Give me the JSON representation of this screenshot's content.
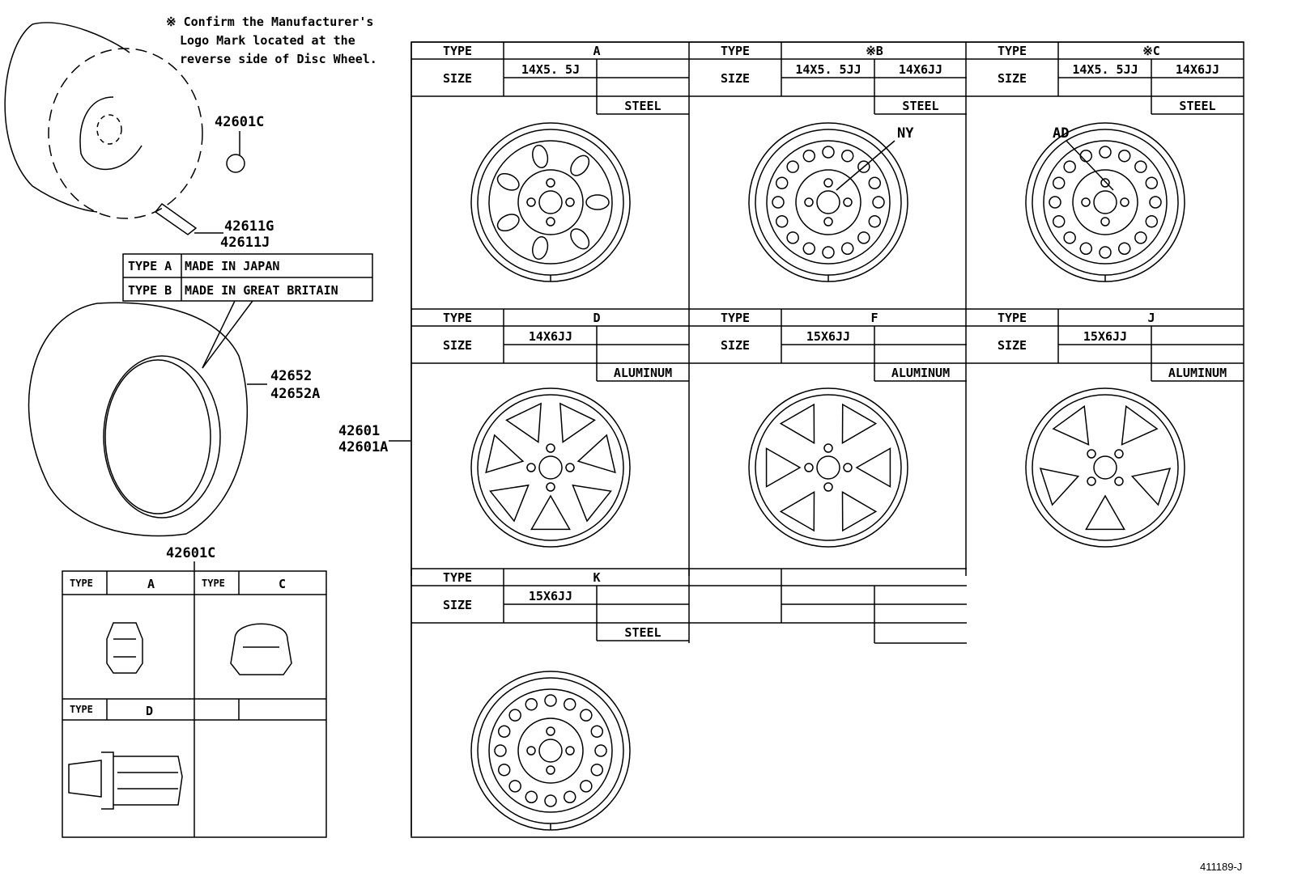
{
  "note": [
    "※ Confirm the Manufacturer's",
    "Logo Mark located at the",
    "reverse side of Disc Wheel."
  ],
  "parts": {
    "cap": "42601C",
    "valve1": "42611G",
    "valve2": "42611J",
    "tire1": "42652",
    "tire2": "42652A",
    "wheel1": "42601",
    "wheel2": "42601A",
    "nut": "42601C"
  },
  "origin_table": [
    {
      "type": "TYPE A",
      "text": "MADE IN JAPAN"
    },
    {
      "type": "TYPE B",
      "text": "MADE IN GREAT BRITAIN"
    }
  ],
  "nut_table": {
    "type_label": "TYPE",
    "cells": [
      {
        "type": "A"
      },
      {
        "type": "C"
      },
      {
        "type": "D"
      }
    ]
  },
  "wheel_table": {
    "type_label": "TYPE",
    "size_label": "SIZE",
    "cells": [
      {
        "type": "A",
        "sizes": [
          "14X5. 5J",
          ""
        ],
        "material": "STEEL",
        "style": "steel-slots"
      },
      {
        "type": "※B",
        "sizes": [
          "14X5. 5JJ",
          "14X6JJ"
        ],
        "material": "STEEL",
        "style": "steel-holes",
        "callout": "NY"
      },
      {
        "type": "※C",
        "sizes": [
          "14X5. 5JJ",
          "14X6JJ"
        ],
        "material": "STEEL",
        "style": "steel-holes",
        "callout": "AD"
      },
      {
        "type": "D",
        "sizes": [
          "14X6JJ",
          ""
        ],
        "material": "ALUMINUM",
        "style": "alu-7"
      },
      {
        "type": "F",
        "sizes": [
          "15X6JJ",
          ""
        ],
        "material": "ALUMINUM",
        "style": "alu-6"
      },
      {
        "type": "J",
        "sizes": [
          "15X6JJ",
          ""
        ],
        "material": "ALUMINUM",
        "style": "alu-5"
      },
      {
        "type": "K",
        "sizes": [
          "15X6JJ",
          ""
        ],
        "material": "STEEL",
        "style": "steel-holes"
      },
      {
        "type": "",
        "sizes": [
          "",
          ""
        ],
        "material": "",
        "style": "empty"
      }
    ]
  },
  "figure_id": "411189-J"
}
